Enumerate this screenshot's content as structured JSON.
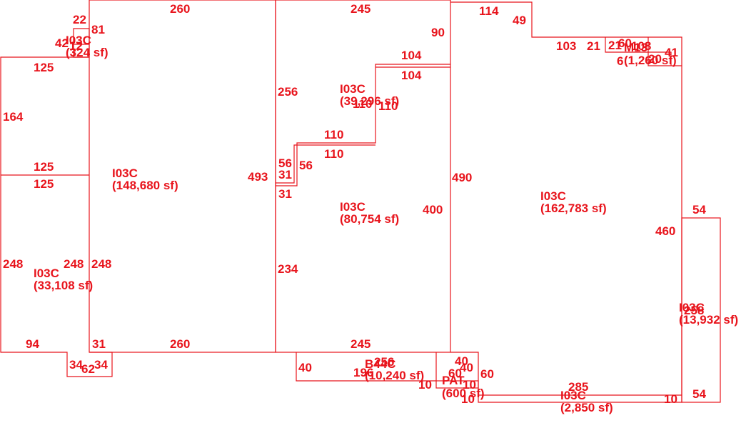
{
  "sketch": {
    "line_color": "#e8141c",
    "areas": [
      {
        "code": "I03C",
        "area": "(148,680 sf)"
      },
      {
        "code": "I03C",
        "area": "(33,108 sf)"
      },
      {
        "code": "I03C",
        "area": "(324 sf)"
      },
      {
        "code": "I03C",
        "area": "(39,296 sf)"
      },
      {
        "code": "I03C",
        "area": "(80,754 sf)"
      },
      {
        "code": "I03C",
        "area": "(162,783 sf)"
      },
      {
        "code": "I03C",
        "area": "(13,932 sf)"
      },
      {
        "code": "I03C",
        "area": "(2,850 sf)"
      },
      {
        "code": "B44C",
        "area": "(10,240 sf)"
      },
      {
        "code": "PAT",
        "area": "(600 sf)"
      },
      {
        "code": "M13",
        "area": "(1,260 sf)"
      }
    ],
    "dimensions": {
      "d260_top": "260",
      "d22": "22",
      "d81": "81",
      "d42": "42",
      "d12": "12",
      "d125_a": "125",
      "d164": "164",
      "d125_b": "125",
      "d125_c": "125",
      "d248_a": "248",
      "d248_b": "248",
      "d248_c": "248",
      "d94": "94",
      "d34_a": "34",
      "d62": "62",
      "d34_b": "34",
      "d31_bot": "31",
      "d260_bot": "260",
      "d245_top": "245",
      "d90": "90",
      "d104_a": "104",
      "d104_b": "104",
      "d256": "256",
      "d110_a": "110",
      "d110_b": "110",
      "d110_c": "110",
      "d110_d": "110",
      "d56_a": "56",
      "d56_b": "56",
      "d31_a": "31",
      "d31_b": "31",
      "d493": "493",
      "d234": "234",
      "d400": "400",
      "d245_bot": "245",
      "d490": "490",
      "d114": "114",
      "d49": "49",
      "d103": "103",
      "d21_a": "21",
      "d21_b": "21",
      "d60_a": "60",
      "d108": "108",
      "d6": "6",
      "d20": "20",
      "d41": "41",
      "d460": "460",
      "d54_a": "54",
      "d54_b": "54",
      "d258": "258",
      "d10_r": "10",
      "d285": "285",
      "d40_a": "40",
      "d40_b": "40",
      "d40_c": "40",
      "d256_b": "256",
      "d196": "196",
      "d60_b": "60",
      "d60_c": "60",
      "d10_a": "10",
      "d10_b": "10",
      "d10_c": "10"
    }
  }
}
